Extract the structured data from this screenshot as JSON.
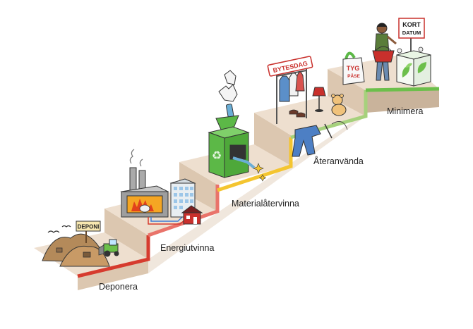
{
  "steps": [
    {
      "label": "Deponera",
      "color": "#d63b2e"
    },
    {
      "label": "Energiutvinna",
      "color": "#e9736a"
    },
    {
      "label": "Materialåtervinna",
      "color": "#f4c530"
    },
    {
      "label": "Återanvända",
      "color": "#a6d17c"
    },
    {
      "label": "Minimera",
      "color": "#6cbf4b"
    }
  ],
  "signs": {
    "deponi": "DEPONI",
    "bytesdag": "BYTESDAG",
    "tyg": "TYG",
    "pase": "PÅSE",
    "kort_line1": "KORT",
    "kort_line2": "DATUM"
  },
  "colors": {
    "step_top": "#eedfcf",
    "step_front": "#dcc7b0",
    "step_side": "#c9b39b"
  }
}
